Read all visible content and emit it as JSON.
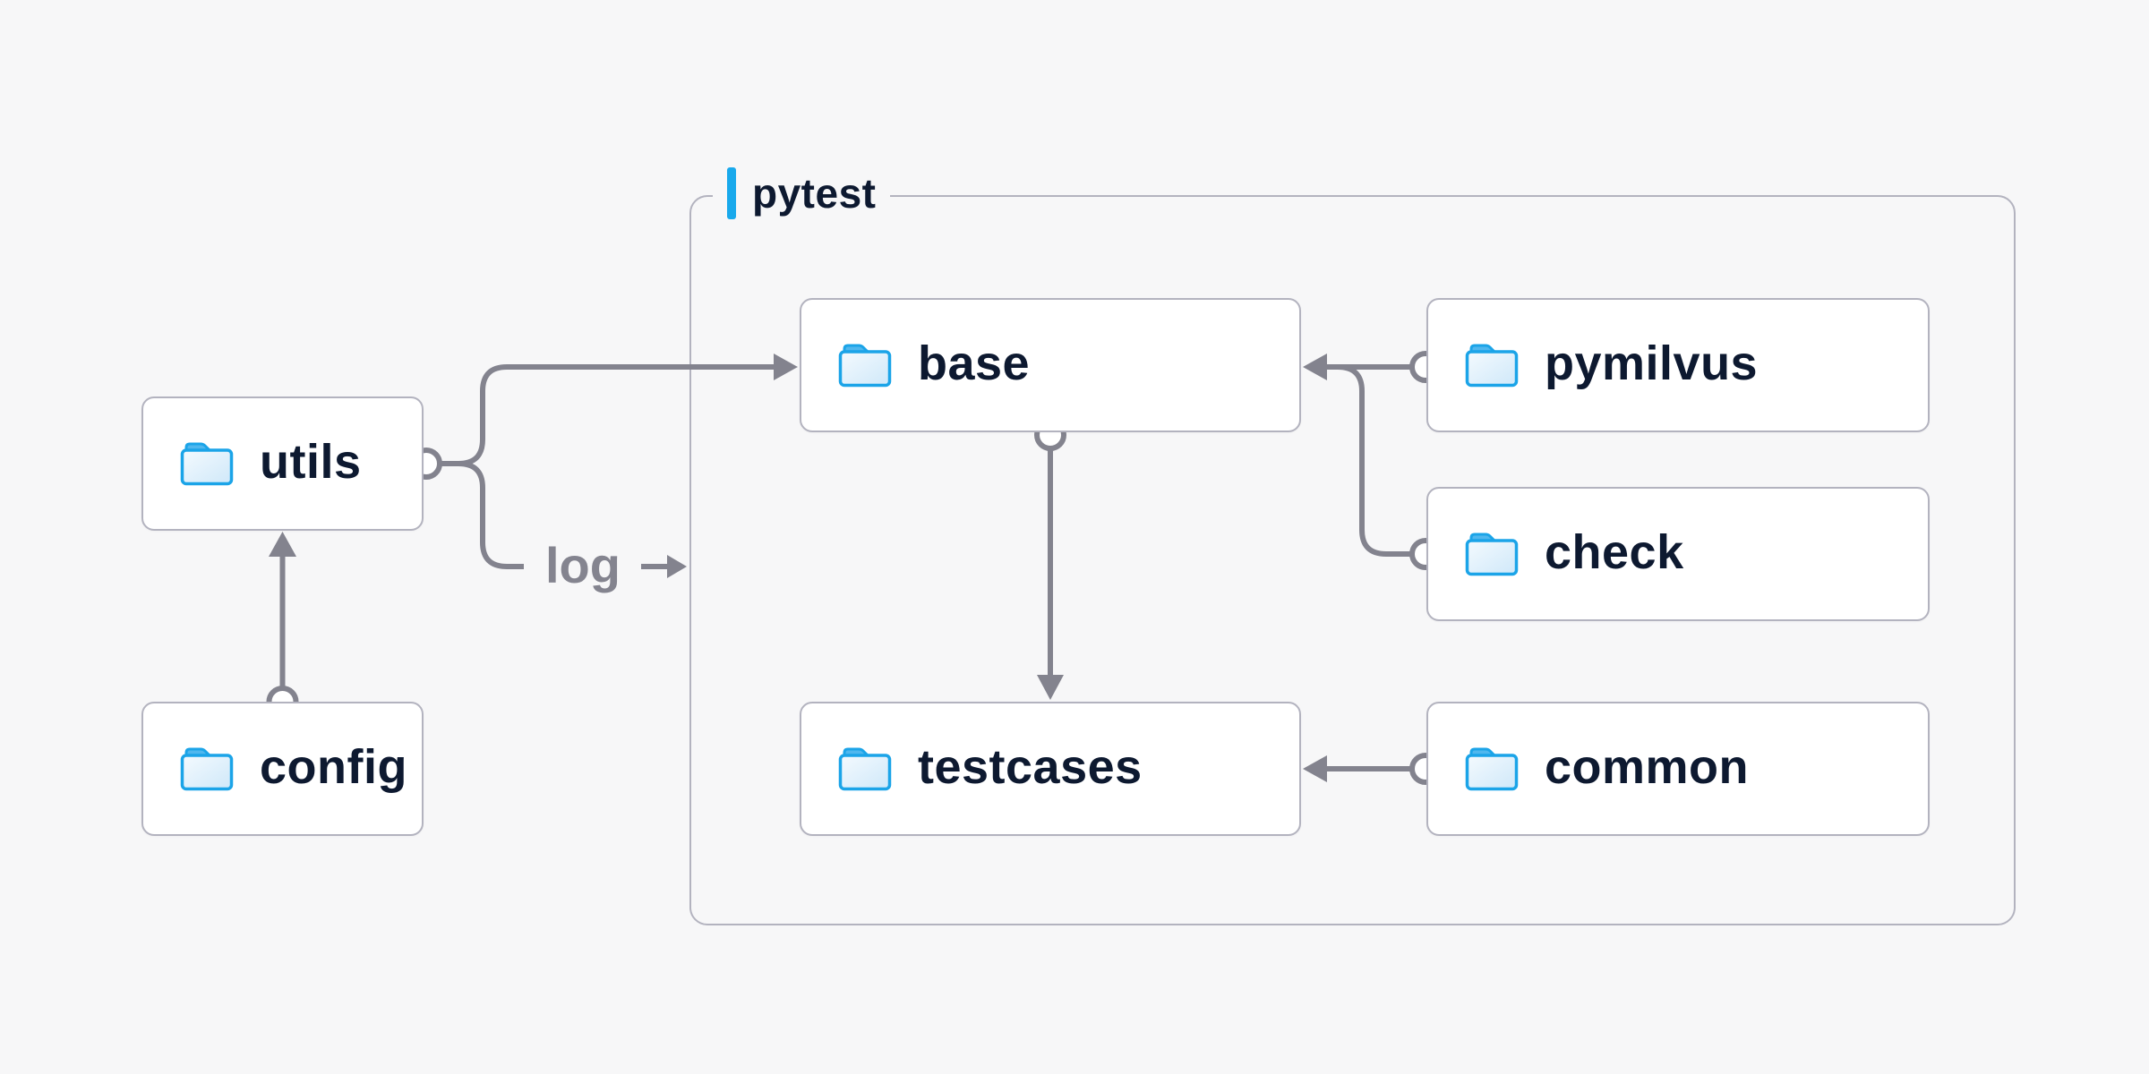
{
  "diagram": {
    "title_container": {
      "label": "pytest"
    },
    "nodes": {
      "utils": {
        "label": "utils"
      },
      "config": {
        "label": "config"
      },
      "base": {
        "label": "base"
      },
      "pymilvus": {
        "label": "pymilvus"
      },
      "check": {
        "label": "check"
      },
      "testcases": {
        "label": "testcases"
      },
      "common": {
        "label": "common"
      }
    },
    "edge_label": {
      "text": "log",
      "arrow_glyph": "→"
    },
    "edges": [
      {
        "from": "config",
        "to": "utils"
      },
      {
        "from": "utils",
        "to": "base"
      },
      {
        "from": "utils",
        "to": "log"
      },
      {
        "from": "pymilvus",
        "to": "base"
      },
      {
        "from": "check",
        "to": "base"
      },
      {
        "from": "base",
        "to": "testcases"
      },
      {
        "from": "common",
        "to": "testcases"
      }
    ],
    "colors": {
      "background": "#f7f7f8",
      "node_fill": "#ffffff",
      "node_border": "#b3b3bf",
      "container_border": "#b3b3bf",
      "edge": "#83838e",
      "text": "#0d1930",
      "muted_label": "#84848f",
      "accent_blue": "#19a9ec",
      "folder_blue": "#1ba4e8"
    },
    "icons": {
      "node_icon": "folder-icon"
    }
  }
}
